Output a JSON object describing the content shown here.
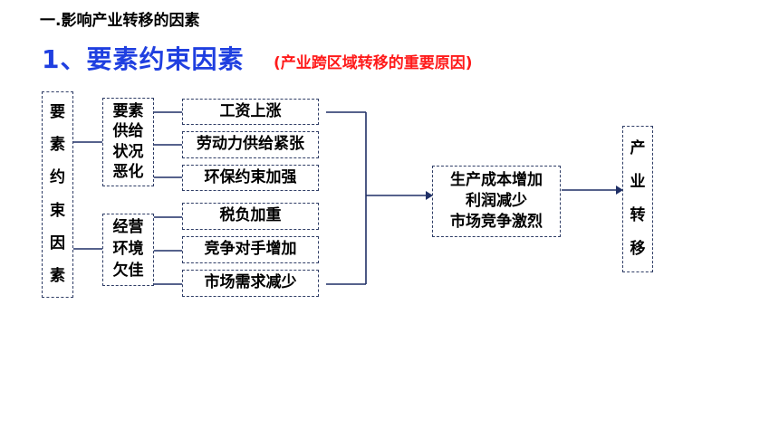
{
  "heading": "一.影响产业转移的因素",
  "title": "1、要素约束因素",
  "subtitle": "(产业跨区域转移的重要原因)",
  "left_label": [
    "要",
    "素",
    "约",
    "束",
    "因",
    "素"
  ],
  "group1": {
    "label": [
      "要素",
      "供给",
      "状况",
      "恶化"
    ],
    "items": [
      "工资上涨",
      "劳动力供给紧张",
      "环保约束加强"
    ]
  },
  "group2": {
    "label": [
      "经营",
      "环境",
      "欠佳"
    ],
    "items": [
      "税负加重",
      "竞争对手增加",
      "市场需求减少"
    ]
  },
  "result": [
    "生产成本增加",
    "利润减少",
    "市场竞争激烈"
  ],
  "outcome": [
    "产",
    "业",
    "转",
    "移"
  ],
  "colors": {
    "title": "#1f3fe0",
    "subtitle": "#ff1a1a",
    "lines": "#1f2f66"
  }
}
